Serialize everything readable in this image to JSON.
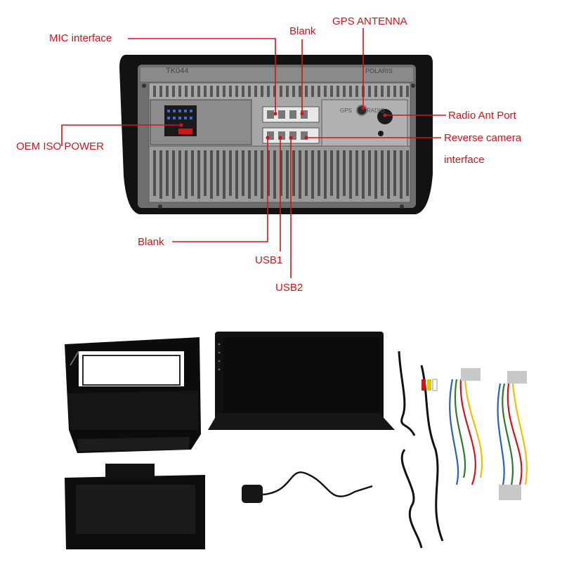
{
  "callouts": {
    "mic_interface": "MIC interface",
    "blank_top": "Blank",
    "gps_antenna": "GPS ANTENNA",
    "radio_ant_port": "Radio Ant Port",
    "oem_iso_power": "OEM ISO POWER",
    "reverse_camera_line1": "Reverse camera",
    "reverse_camera_line2": "interface",
    "blank_bottom": "Blank",
    "usb1": "USB1",
    "usb2": "USB2"
  },
  "unit_markings": {
    "model": "TK044",
    "brand": "POLARIS",
    "gps": "GPS",
    "radio": "RADIO"
  },
  "colors": {
    "callout": "#d0141a",
    "panel": "#9a9a9a",
    "frame": "#111111",
    "screen": "#0b0b0c"
  }
}
